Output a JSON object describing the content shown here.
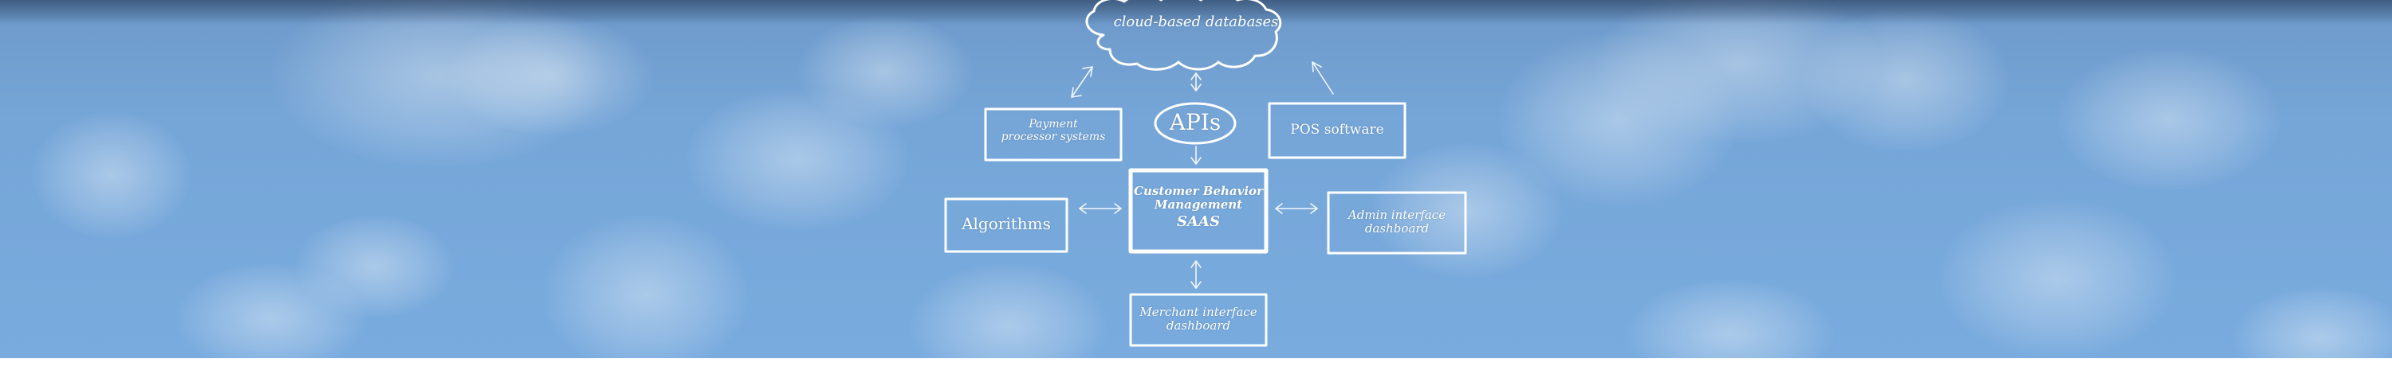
{
  "diagram": {
    "cloud_label": "cloud-based databases",
    "apis_label": "APIs",
    "payment_label_line1": "Payment",
    "payment_label_line2": "processor systems",
    "pos_label": "POS software",
    "center_line1": "Customer Behavior",
    "center_line2": "Management",
    "center_line3": "SAAS",
    "algorithms_label": "Algorithms",
    "admin_line1": "Admin interface",
    "admin_line2": "dashboard",
    "merchant_line1": "Merchant interface",
    "merchant_line2": "dashboard"
  },
  "colors": {
    "sky": "#76a6d8",
    "chalk": "#ffffff"
  }
}
